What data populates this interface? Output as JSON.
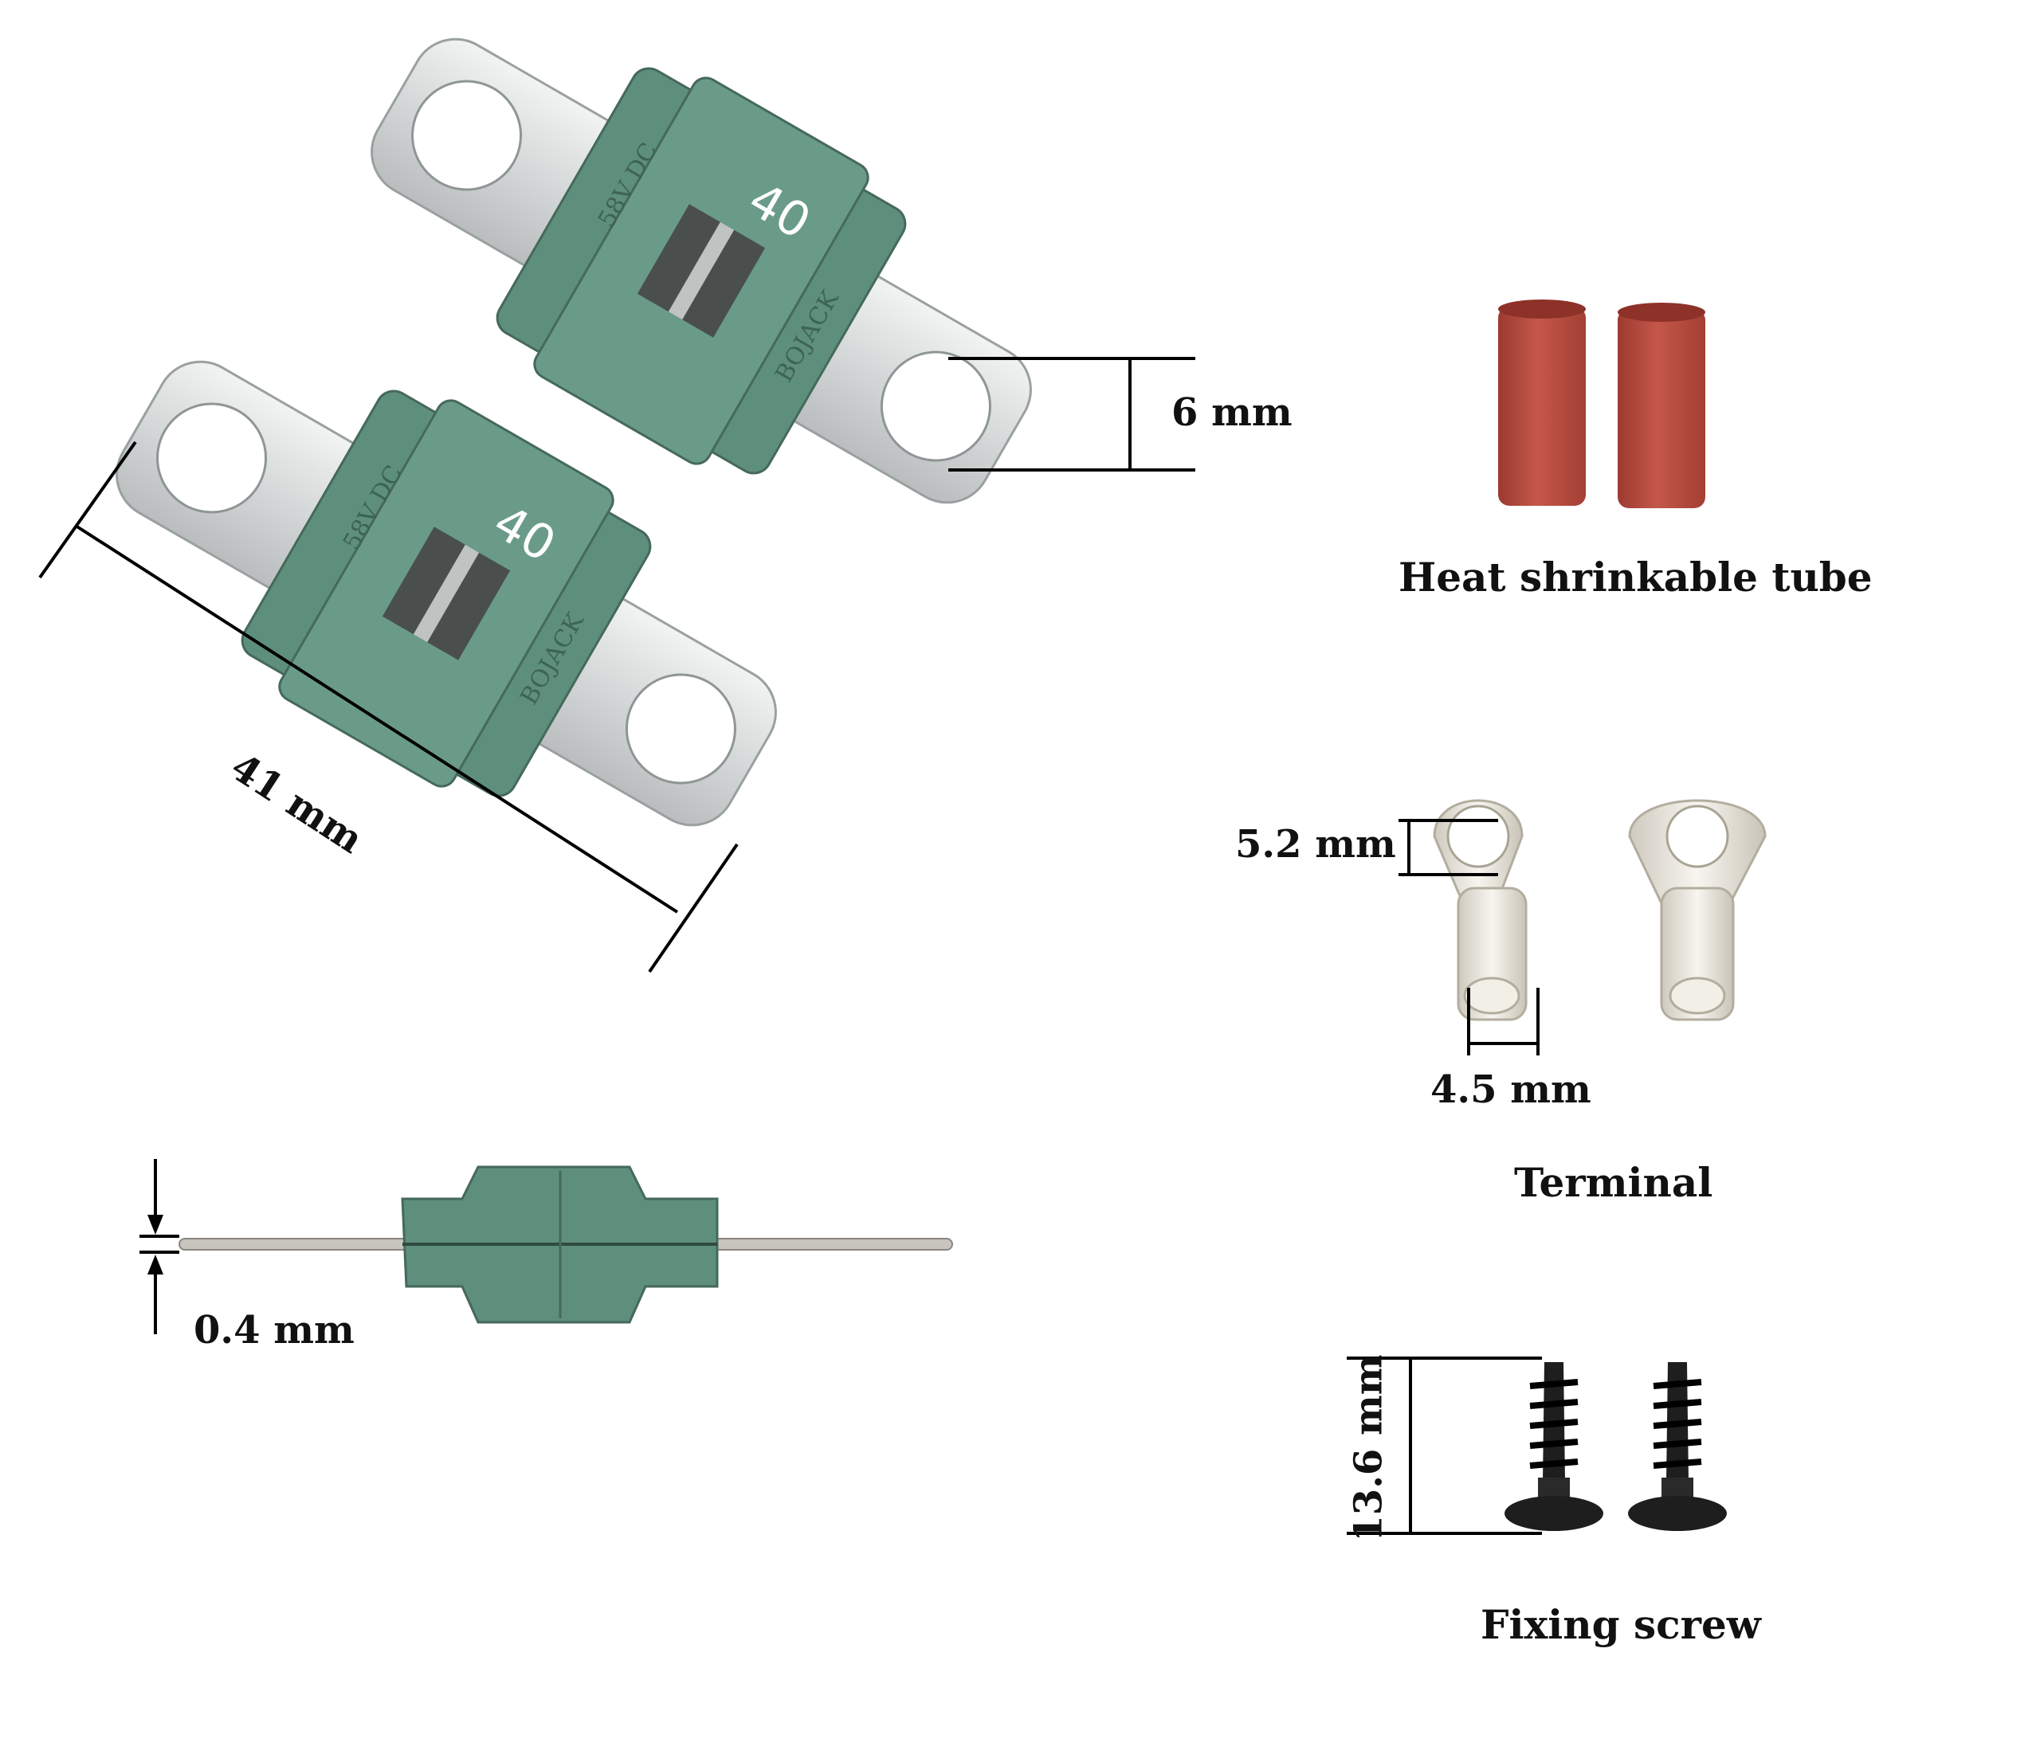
{
  "fuse": {
    "voltage_text": "58V DC",
    "rating_text": "40",
    "brand_text": "BOJACK",
    "body_color": "#5e8f7c",
    "body_dark": "#4a7564",
    "metal_color": "#d9dcdc"
  },
  "dimensions": {
    "fuse_length": "41 mm",
    "hole_diameter": "6 mm",
    "thickness": "0.4 mm",
    "terminal_hole": "5.2 mm",
    "terminal_barrel": "4.5 mm",
    "screw_length": "13.6 mm"
  },
  "captions": {
    "heat_tube": "Heat shrinkable tube",
    "terminal": "Terminal",
    "screw": "Fixing screw"
  },
  "colors": {
    "tube": "#b8463a",
    "screw": "#1e1e1e",
    "terminal": "#e6e3dc"
  }
}
